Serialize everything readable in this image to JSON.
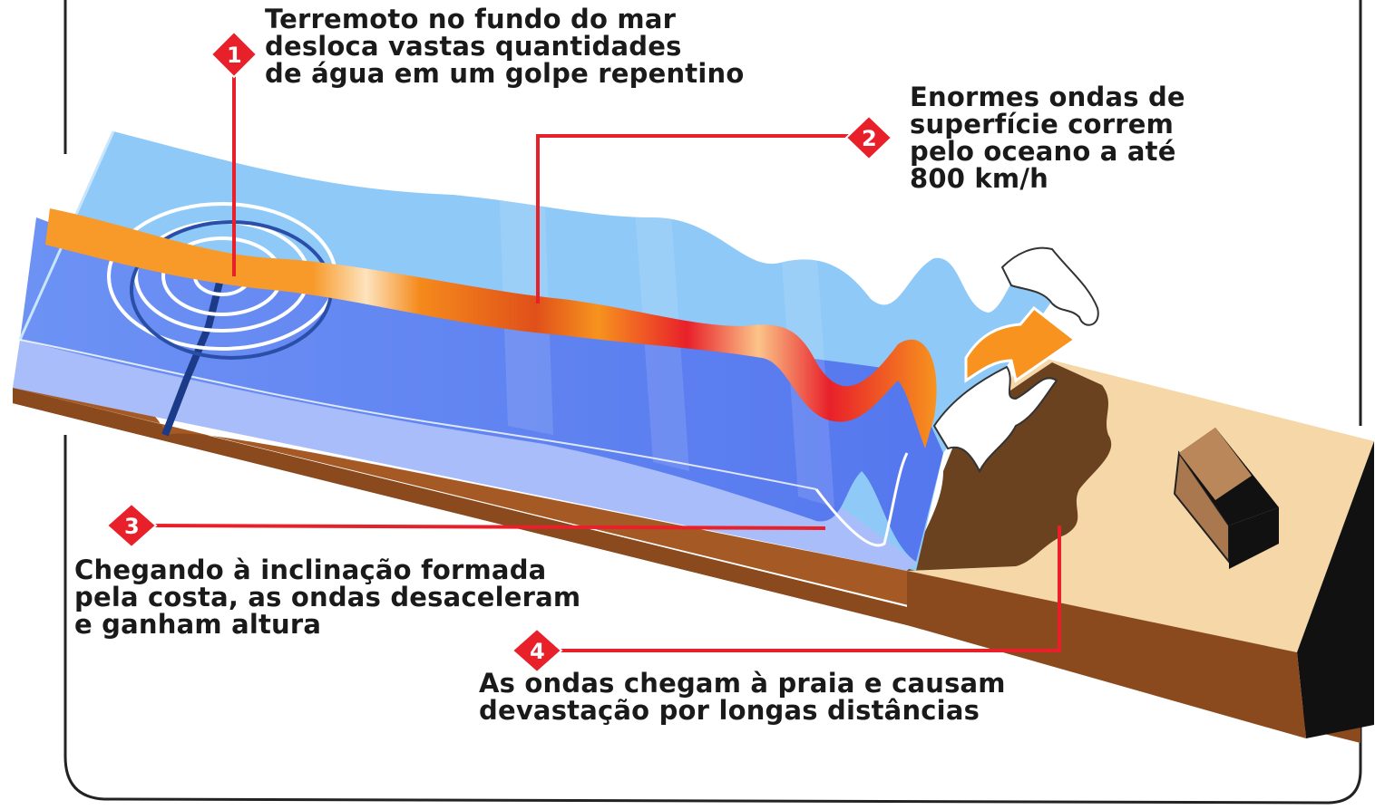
{
  "steps": [
    {
      "number": "1",
      "lines": [
        "Terremoto no fundo do mar",
        "desloca vastas quantidades",
        "de água em um golpe repentino"
      ]
    },
    {
      "number": "2",
      "lines": [
        "Enormes ondas de",
        "superfície correm",
        "pelo oceano a até",
        "800 km/h"
      ]
    },
    {
      "number": "3",
      "lines": [
        "Chegando à inclinação formada",
        "pela costa, as ondas desaceleram",
        "e ganham altura"
      ]
    },
    {
      "number": "4",
      "lines": [
        "As ondas chegam à praia e causam",
        "devastação por longas distâncias"
      ]
    }
  ],
  "colors": {
    "callout_red": "#e8202a",
    "ocean_dark": "#5b7ff0",
    "ocean_light": "#8fc9f7",
    "seabed": "#8a4a1e",
    "wave_orange": "#f7931e",
    "beach_sand": "#f6d7a8",
    "beach_mud": "#6b4220"
  },
  "icons": [
    "epicenter-rings-icon",
    "wave-arrow-icon",
    "house-icon"
  ]
}
